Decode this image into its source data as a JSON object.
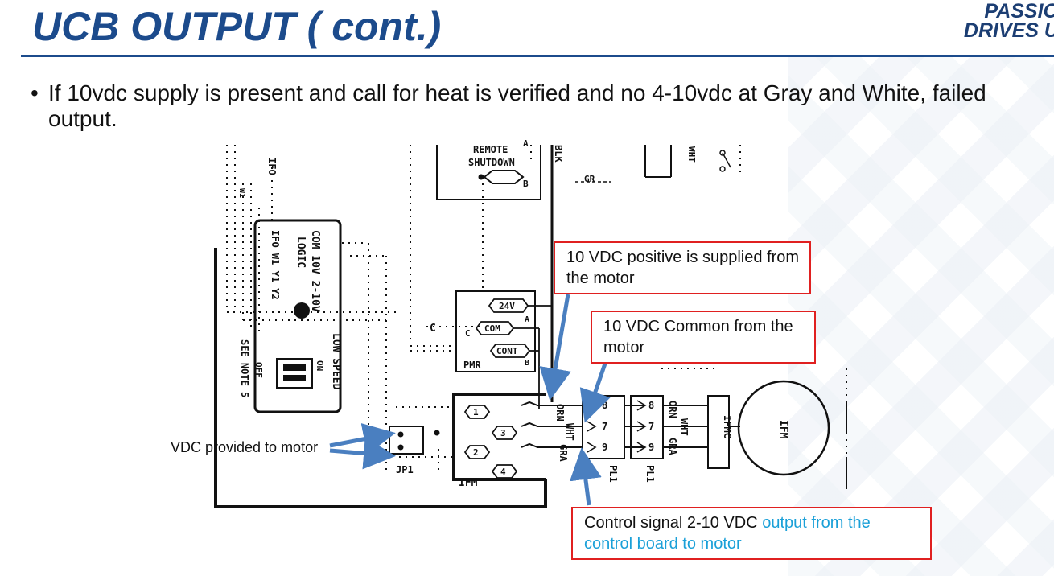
{
  "slide": {
    "title": "UCB OUTPUT ( cont.)",
    "logo_line1": "PASSIO",
    "logo_line2": "DRIVES U",
    "bullet": "If 10vdc supply is present and call for heat is verified and no 4-10vdc at Gray and White, failed output."
  },
  "diagram": {
    "labels": {
      "remote": "REMOTE",
      "shutdown": "SHUTDOWN",
      "blk": "BLK",
      "gr": "GR",
      "ifo": "IFO",
      "w1": "W1",
      "com10v": "COM 10V 2-10V",
      "logic": "LOGIC",
      "ifo_w1_y1_y2": "IFO W1 Y1 Y2",
      "low_speed": "LOW SPEED",
      "on": "ON",
      "off": "OFF",
      "see_note": "SEE NOTE 5",
      "c": "C",
      "pmr": "PMR",
      "v24": "24V",
      "com": "COM",
      "cont": "CONT",
      "a": "A",
      "b": "B",
      "orn": "ORN",
      "wht": "WHT",
      "gra": "GRA",
      "jp1": "JP1",
      "ifm_conn": "IFM",
      "pl1": "PL1",
      "ifmc": "IFMC",
      "ifm_motor": "IFM",
      "pin1": "1",
      "pin2": "2",
      "pin3": "3",
      "pin4": "4",
      "pin7": "7",
      "pin8": "8",
      "pin9": "9",
      "relay": "WHT"
    },
    "callouts": {
      "positive": "10 VDC positive is supplied from the motor",
      "common": "10 VDC Common from the motor",
      "signal_a": "Control signal 2-10 VDC ",
      "signal_b": "output from the control board to motor",
      "vdc_provided": "VDC provided to motor"
    }
  },
  "colors": {
    "title": "#1c4b8c",
    "callout_border": "#e02020",
    "arrow": "#4a7fc0",
    "highlight_text": "#1aa0d8"
  }
}
